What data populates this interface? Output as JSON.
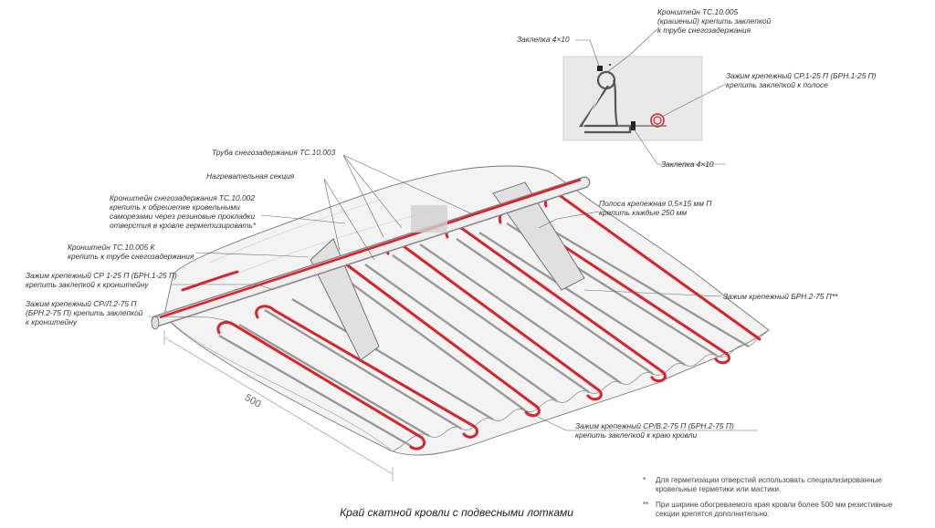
{
  "caption": "Край скатной кровли с подвесными лотками",
  "dimension": "500",
  "labels": {
    "bracket_top_1": "Кронштейн ТС.10.005",
    "bracket_top_2": "(крашеный) крепить заклепкой",
    "bracket_top_3": "к трубе снегозадержания",
    "rivet_top": "Заклепка 4×10",
    "clamp_top_1": "Зажим крепежный СР.1-25 П (БРН.1-25 П)",
    "clamp_top_2": "крепить заклепкой к полосе",
    "rivet_bottom": "Заклепка 4×10",
    "pipe": "Труба снегозадержания ТС.10.003",
    "heating_section": "Нагревательная секция",
    "bracket_tc002_1": "Кронштейн снегозадержания ТС.10.002",
    "bracket_tc002_2": "крепить к обрешетке кровельными",
    "bracket_tc002_3": "саморезами через резиновые прокладки",
    "bracket_tc002_4": "отверстия в кровле герметизировать*",
    "bracket_tc005k_1": "Кронштейн ТС.10.005 К",
    "bracket_tc005k_2": "крепить к трубе снегозадержания",
    "clamp_cp125_1": "Зажим крепежный СР 1-25 П (БРН.1-25 П)",
    "clamp_cp125_2": "крепить заклепкой к кронштейну",
    "clamp_cpl275_1": "Зажим крепежный СР/Л.2-75 П",
    "clamp_cpl275_2": "(БРН.2-75 П) крепить заклепкой",
    "clamp_cpl275_3": "к кронштейну",
    "strip_1": "Полоса крепежная 0,5×15 мм П",
    "strip_2": "крепить каждые 250 мм",
    "clamp_brn275": "Зажим крепежный БРН.2-75 П**",
    "clamp_edge_1": "Зажим крепежный СР/В.2-75 П (БРН.2-75 П)",
    "clamp_edge_2": "крепить заклепкой к краю кровли"
  },
  "notes": [
    {
      "marker": "*",
      "line1": "Для герметизации отверстий использовать специализированные",
      "line2": "кровельные герметики или мастики."
    },
    {
      "marker": "**",
      "line1": "При ширине обогреваемого края кровли более 500 мм резистивные",
      "line2": "секции крепятся дополнительно."
    }
  ],
  "colors": {
    "cable": "#d8232a",
    "line": "#555555",
    "fill": "#f2f2f2",
    "detail_bg": "#e9e9e9"
  }
}
